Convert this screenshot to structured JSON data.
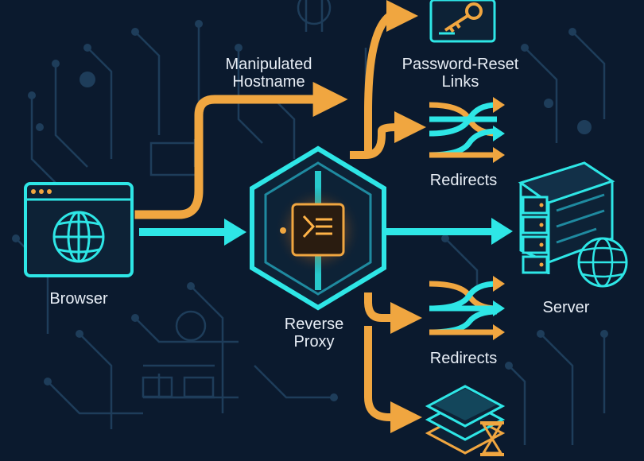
{
  "colors": {
    "background": "#0b1a2e",
    "circuit": "#1e3d5a",
    "cyan": "#2ee6e6",
    "orange": "#f0a640",
    "label": "#e8eef6"
  },
  "nodes": {
    "browser": {
      "label": "Browser",
      "icon": "browser-window-globe-icon"
    },
    "proxy": {
      "label_line1": "Reverse",
      "label_line2": "Proxy",
      "icon": "hexagon-chip-icon"
    },
    "server": {
      "label": "Server",
      "icon": "server-rack-globe-icon"
    }
  },
  "edges": {
    "manipulated": {
      "line1": "Manipulated",
      "line2": "Hostname"
    },
    "password_reset": {
      "line1": "Password-Reset",
      "line2": "Links",
      "icon": "key-document-icon"
    },
    "redirects_top": {
      "label": "Redirects",
      "icon": "shuffle-arrows-icon"
    },
    "redirects_bottom": {
      "label": "Redirects",
      "icon": "shuffle-arrows-icon"
    },
    "cache": {
      "icon": "cache-layers-hourglass-icon"
    }
  }
}
